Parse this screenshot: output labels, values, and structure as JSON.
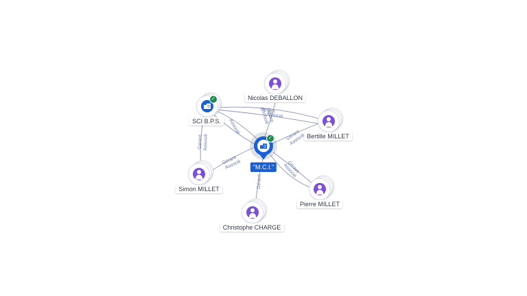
{
  "center": {
    "label": "\"M.C.I.\"",
    "icon": "company-building-icon",
    "verified": true,
    "color": "#1a5fd6"
  },
  "nodes": [
    {
      "id": "nicolas",
      "label": "Nicolas DEBALLON",
      "type": "person",
      "icon": "person-icon"
    },
    {
      "id": "sci",
      "label": "SCI B.P.S.",
      "type": "company",
      "icon": "company-building-icon",
      "verified": true
    },
    {
      "id": "bertille",
      "label": "Bertille MILLET",
      "type": "person",
      "icon": "person-icon"
    },
    {
      "id": "simon",
      "label": "Simon MILLET",
      "type": "person",
      "icon": "person-icon"
    },
    {
      "id": "pierre",
      "label": "Pierre MILLET",
      "type": "person",
      "icon": "person-icon"
    },
    {
      "id": "christophe",
      "label": "Christophe CHARGE",
      "type": "person",
      "icon": "person-icon"
    }
  ],
  "edge_labels": {
    "nicolas_mci": [
      "Gérant",
      "Associé"
    ],
    "sci_bertille": [
      "Gérant",
      "Associé"
    ],
    "sci_mci": [
      "Associé"
    ],
    "simon_sci": [
      "Gérant",
      "Associé"
    ],
    "simon_mci": [
      "Gérant",
      "Associé"
    ],
    "bertille_mci": [
      "Gérant",
      "Associé"
    ],
    "pierre_mci": [
      "Gérant",
      "Associé"
    ],
    "christophe_mci": [
      "Gérant"
    ]
  },
  "colors": {
    "person": "#7b4fd8",
    "company": "#1a5fd6",
    "verified": "#1e8a4f",
    "edge": "#8a94b0",
    "edge_label": "#6c7bb0"
  }
}
